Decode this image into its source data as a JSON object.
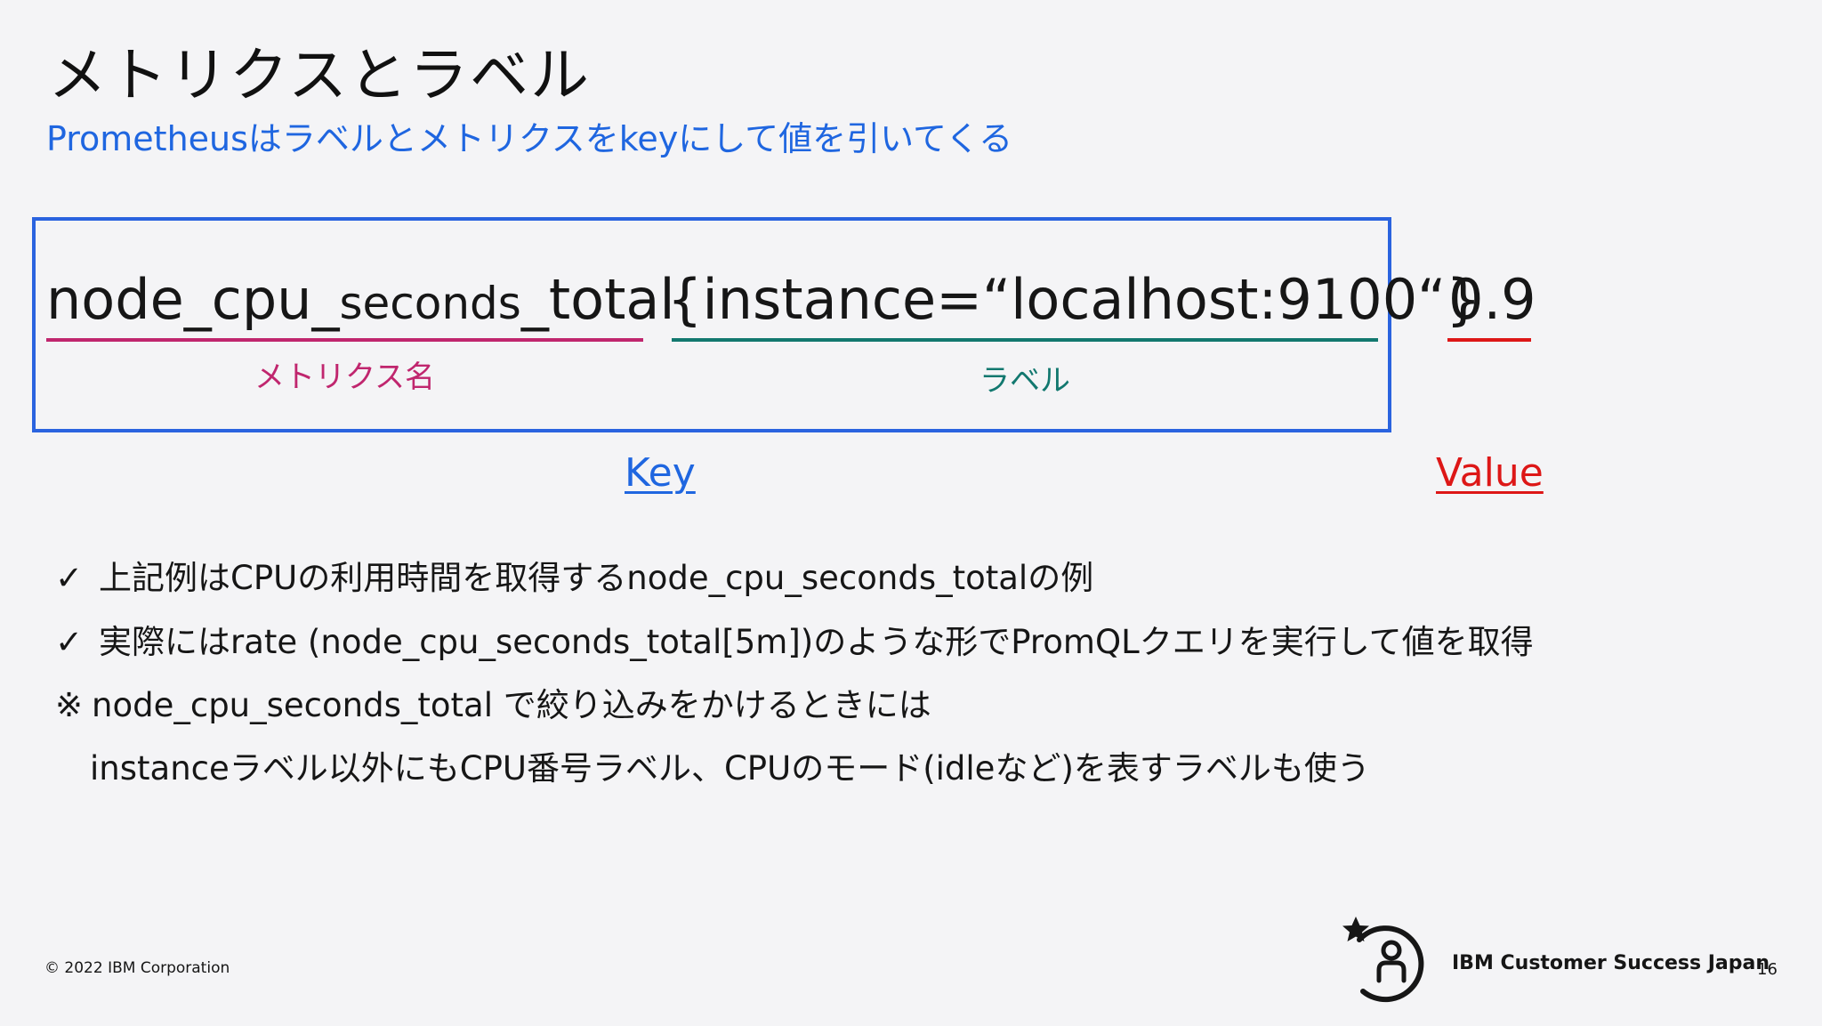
{
  "slide": {
    "title": "メトリクスとラベル",
    "subtitle": "Prometheusはラベルとメトリクスをkeyにして値を引いてくる"
  },
  "example": {
    "metric_part1": "node_cpu_",
    "metric_part2": "seconds",
    "metric_part3": "_total",
    "metric_caption": "メトリクス名",
    "label_text": "{instance=“localhost:9100“}",
    "label_caption": "ラベル",
    "value_text": "0.9",
    "key_label": "Key",
    "value_label": "Value"
  },
  "bullets": [
    {
      "mark": "✓",
      "text": "上記例はCPUの利用時間を取得するnode_cpu_seconds_totalの例"
    },
    {
      "mark": "✓",
      "text": "実際にはrate (node_cpu_seconds_total[5m])のような形でPromQLクエリを実行して値を取得"
    },
    {
      "mark": "※",
      "text": "node_cpu_seconds_total で絞り込みをかけるときには"
    },
    {
      "mark": "",
      "text": "instanceラベル以外にもCPU番号ラベル、CPUのモード(idleなど)を表すラベルも使う"
    }
  ],
  "footer": {
    "copyright": "© 2022 IBM Corporation",
    "brand": "IBM Customer Success Japan",
    "page_number": "16"
  },
  "colors": {
    "accent_blue": "#1f66e0",
    "metric_magenta": "#c0266e",
    "label_teal": "#12786f",
    "value_red": "#dd1717"
  }
}
